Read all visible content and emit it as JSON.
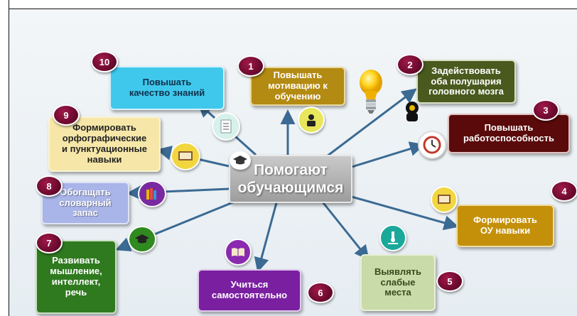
{
  "center": {
    "line1": "Помогают",
    "line2": "обучающимся"
  },
  "items": [
    {
      "num": "1",
      "lines": [
        "Повышать",
        "мотивацию к",
        "обучению"
      ],
      "icon": "student-icon"
    },
    {
      "num": "2",
      "lines": [
        "Задействовать",
        "оба полушария",
        "головного мозга"
      ],
      "icon": "brain-head-icon"
    },
    {
      "num": "3",
      "lines": [
        "Повышать",
        "работоспособность"
      ],
      "icon": "clock-icon"
    },
    {
      "num": "4",
      "lines": [
        "Формировать",
        "ОУ навыки"
      ],
      "icon": "board-icon"
    },
    {
      "num": "5",
      "lines": [
        "Выявлять",
        "слабые",
        "места"
      ],
      "icon": "microscope-icon"
    },
    {
      "num": "6",
      "lines": [
        "Учиться",
        "самостоятельно"
      ],
      "icon": "open-book-icon"
    },
    {
      "num": "7",
      "lines": [
        "Развивать",
        "мышление,",
        "интеллект,",
        "речь"
      ],
      "icon": "graduation-cap-icon"
    },
    {
      "num": "8",
      "lines": [
        "Обогащать",
        "словарный",
        "запас"
      ],
      "icon": "books-icon"
    },
    {
      "num": "9",
      "lines": [
        "Формировать",
        "орфографические",
        "и пунктуационные",
        "навыки"
      ],
      "icon": "chalkboard-icon"
    },
    {
      "num": "10",
      "lines": [
        "Повышать",
        "качество знаний"
      ],
      "icon": "checklist-icon"
    }
  ],
  "colors": {
    "b1": "#b38a12",
    "b2": "#4a5a1e",
    "b3": "#5a0a0a",
    "b4": "#c4900a",
    "b5": "#c8dba8",
    "b6": "#7a1fa0",
    "b7": "#2f7a1f",
    "b8": "#a9b4e8",
    "b9": "#f6e7a8",
    "b10": "#3fc8ec",
    "connector": "#3b6a93"
  }
}
